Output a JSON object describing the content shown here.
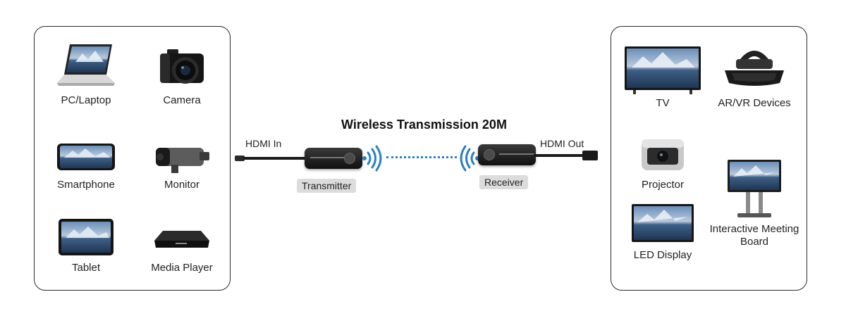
{
  "title": "Wireless Transmission 20M",
  "transmitter": {
    "label": "Transmitter",
    "port_label": "HDMI In"
  },
  "receiver": {
    "label": "Receiver",
    "port_label": "HDMI Out"
  },
  "sources": [
    {
      "name": "PC/Laptop",
      "icon": "laptop-icon"
    },
    {
      "name": "Camera",
      "icon": "camera-icon"
    },
    {
      "name": "Smartphone",
      "icon": "smartphone-icon"
    },
    {
      "name": "Monitor",
      "icon": "security-camera-icon"
    },
    {
      "name": "Tablet",
      "icon": "tablet-icon"
    },
    {
      "name": "Media Player",
      "icon": "media-player-icon"
    }
  ],
  "displays": [
    {
      "name": "TV",
      "icon": "tv-icon"
    },
    {
      "name": "AR/VR Devices",
      "icon": "vr-headset-icon"
    },
    {
      "name": "Projector",
      "icon": "projector-icon"
    },
    {
      "name": "LED Display",
      "icon": "led-display-icon"
    },
    {
      "name": "Interactive Meeting Board",
      "icon": "meeting-board-icon"
    }
  ],
  "colors": {
    "signal": "#2b7fc4",
    "device_body": "#1a1a1a",
    "tag_bg": "#dcdcdc"
  }
}
